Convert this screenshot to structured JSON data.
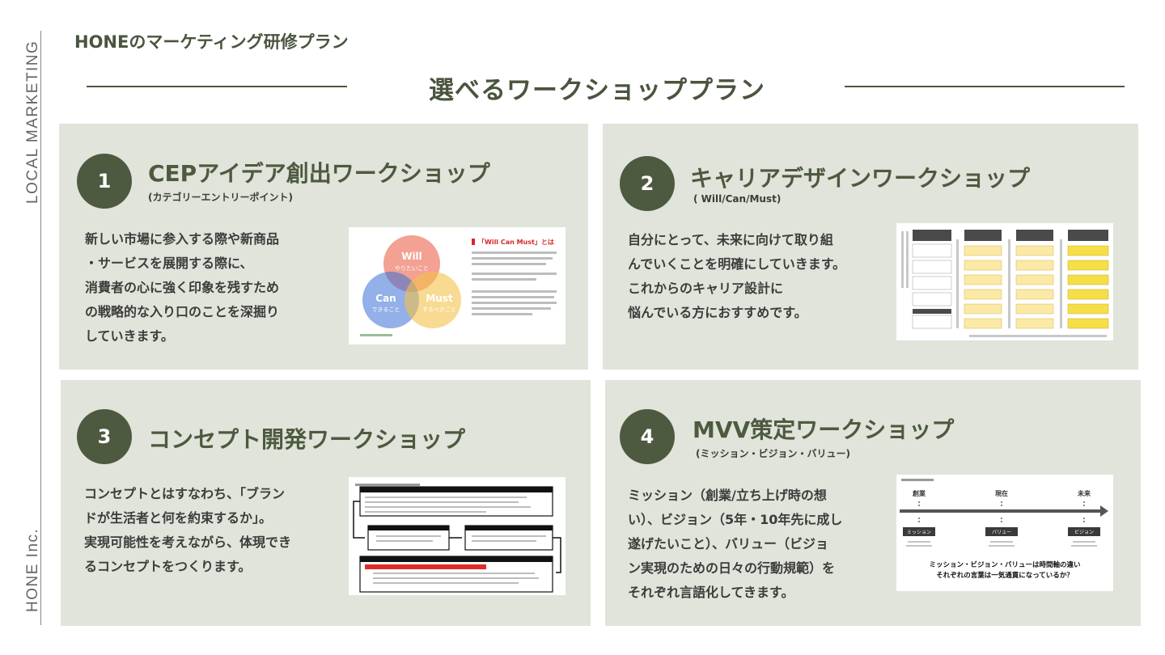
{
  "side": {
    "top_label": "LOCAL MARKETING",
    "bottom_label": "HONE Inc."
  },
  "header": {
    "brand": "HONEのマーケティング研修プラン",
    "title": "選べるワークショッププラン"
  },
  "cards": [
    {
      "number": "1",
      "title": "CEPアイデア創出ワークショップ",
      "subtitle": "(カテゴリーエントリーポイント)",
      "lines": [
        "新しい市場に参入する際や新商品",
        "・サービスを展開する際に、",
        "消費者の心に強く印象を残すため",
        "の戦略的な入り口のことを深掘り",
        "していきます。"
      ]
    },
    {
      "number": "2",
      "title": "キャリアデザインワークショップ",
      "subtitle": "( Will/Can/Must)",
      "lines": [
        "自分にとって、未来に向けて取り組",
        "んでいくことを明確にしていきます。",
        "これからのキャリア設計に",
        "悩んでいる方におすすめです。"
      ]
    },
    {
      "number": "3",
      "title": "コンセプト開発ワークショップ",
      "subtitle": "",
      "lines": [
        "コンセプトとはすなわち、「ブラン",
        "ドが生活者と何を約束するか」。",
        "実現可能性を考えながら、体現でき",
        "るコンセプトをつくります。"
      ]
    },
    {
      "number": "4",
      "title": "MVV策定ワークショップ",
      "subtitle": "(ミッション・ビジョン・バリュー)",
      "lines": [
        "ミッション（創業/立ち上げ時の想",
        "い）、ビジョン（5年・10年先に成し",
        "遂げたいこと）、バリュー（ビジョ",
        "ン実現のための日々の行動規範）を",
        "それぞれ言語化してきます。"
      ]
    }
  ],
  "thumb1": {
    "will": "Will",
    "will_sub": "やりたいこと",
    "can": "Can",
    "can_sub": "できること",
    "must": "Must",
    "must_sub": "するべきこと",
    "heading": "「Will Can Must」とは",
    "colors": {
      "will": "#e8533a",
      "can": "#3b6fd6",
      "must": "#f4c24a",
      "accent": "#d9262c"
    }
  },
  "thumb4": {
    "labels": [
      "創業",
      "現在",
      "未来"
    ],
    "boxes": [
      "ミッション",
      "バリュー",
      "ビジョン"
    ],
    "caption1": "ミッション・ビジョン・バリューは時間軸の違い",
    "caption2": "それぞれの言葉は一気通貫になっているか？"
  },
  "colors": {
    "accent": "#4d5a40",
    "card_bg": "#e0e4da"
  }
}
